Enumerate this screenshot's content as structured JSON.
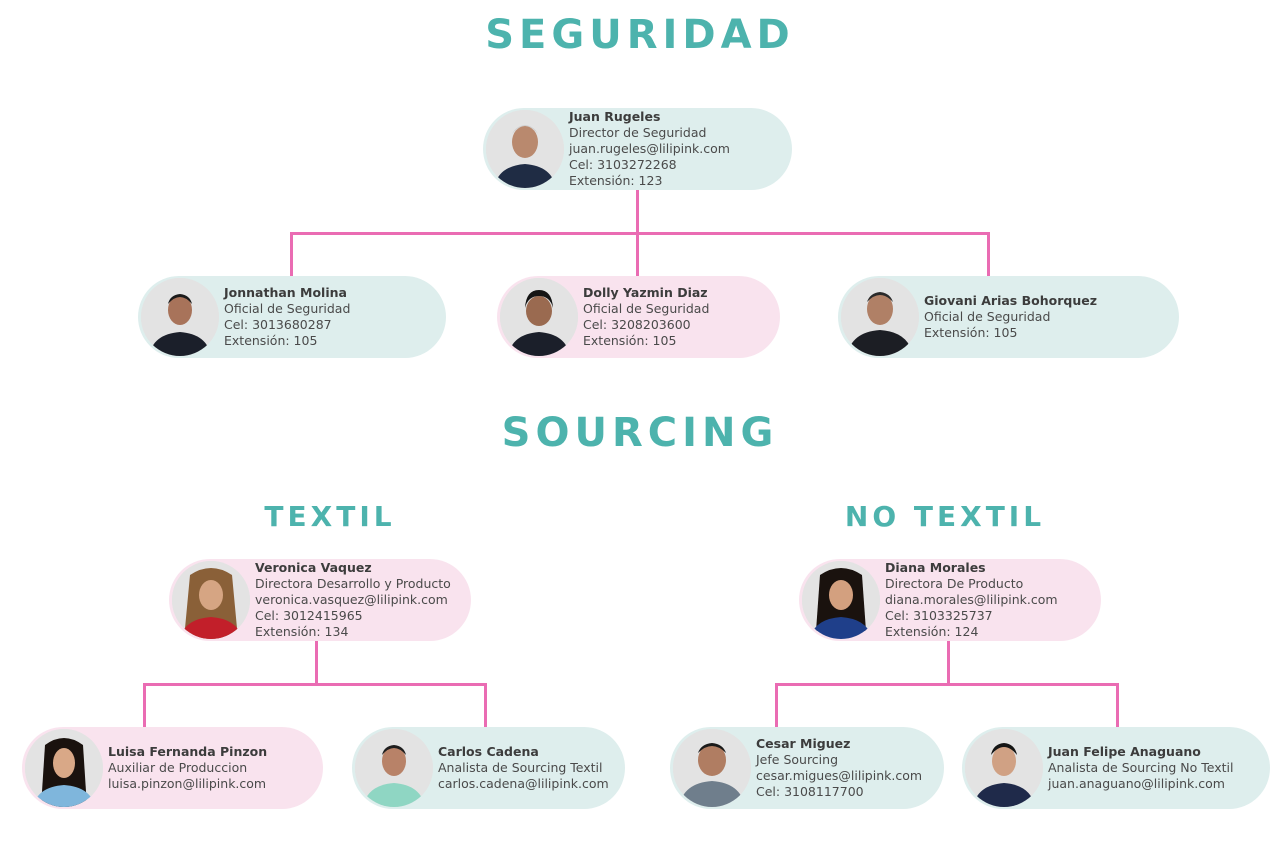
{
  "headings": {
    "seguridad": "SEGURIDAD",
    "sourcing": "SOURCING",
    "textil": "TEXTIL",
    "no_textil": "NO TEXTIL"
  },
  "colors": {
    "heading": "#4db3ad",
    "connector": "#ea6cb3",
    "card_teal": "#deeeed",
    "card_pink": "#f9e3ee"
  },
  "people": {
    "juan_rugeles": {
      "name": "Juan Rugeles",
      "role": "Director de Seguridad",
      "email": "juan.rugeles@lilipink.com",
      "cel": "Cel: 3103272268",
      "ext": "Extensión: 123"
    },
    "jonnathan_molina": {
      "name": "Jonnathan Molina",
      "role": "Oficial de Seguridad",
      "cel": "Cel: 3013680287",
      "ext": "Extensión: 105"
    },
    "dolly_diaz": {
      "name": "Dolly Yazmin Diaz",
      "role": "Oficial de Seguridad",
      "cel": "Cel: 3208203600",
      "ext": "Extensión: 105"
    },
    "giovani_arias": {
      "name": "Giovani Arias Bohorquez",
      "role": "Oficial de Seguridad",
      "ext": "Extensión: 105"
    },
    "veronica_vaquez": {
      "name": "Veronica Vaquez",
      "role": "Directora Desarrollo y Producto",
      "email": "veronica.vasquez@lilipink.com",
      "cel": "Cel: 3012415965",
      "ext": "Extensión: 134"
    },
    "luisa_pinzon": {
      "name": "Luisa Fernanda Pinzon",
      "role": "Auxiliar de Produccion",
      "email": "luisa.pinzon@lilipink.com"
    },
    "carlos_cadena": {
      "name": "Carlos Cadena",
      "role": "Analista de Sourcing Textil",
      "email": "carlos.cadena@lilipink.com"
    },
    "diana_morales": {
      "name": "Diana Morales",
      "role": "Directora De Producto",
      "email": "diana.morales@lilipink.com",
      "cel": "Cel: 3103325737",
      "ext": "Extensión: 124"
    },
    "cesar_miguez": {
      "name": "Cesar Miguez",
      "role": "Jefe Sourcing",
      "email": "cesar.migues@lilipink.com",
      "cel": "Cel: 3108117700"
    },
    "juan_anaguano": {
      "name": "Juan Felipe Anaguano",
      "role": "Analista de Sourcing No Textil",
      "email": "juan.anaguano@lilipink.com"
    }
  }
}
